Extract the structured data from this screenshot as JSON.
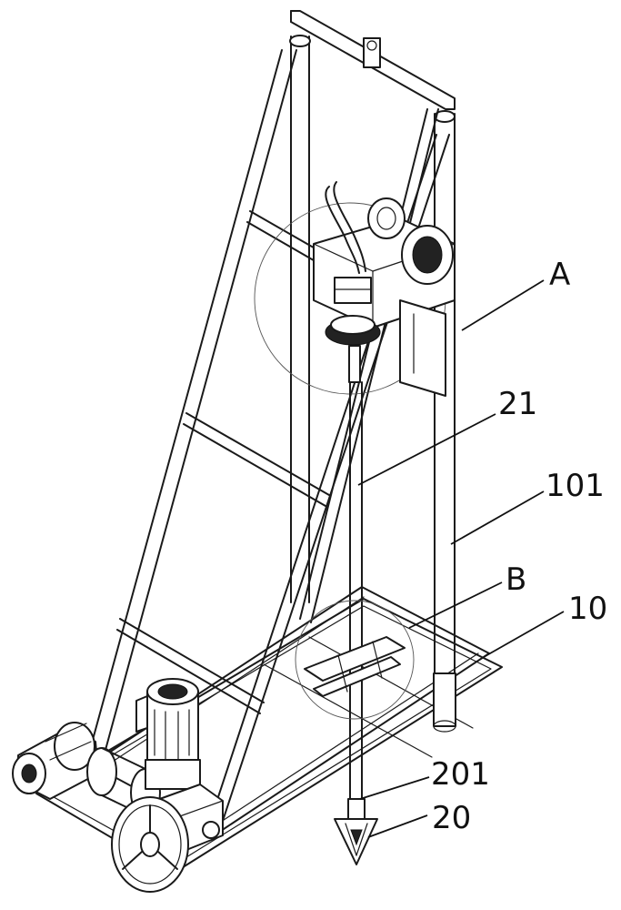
{
  "figure": {
    "labels": {
      "A": "A",
      "B": "B",
      "ref_21": "21",
      "ref_101": "101",
      "ref_10": "10",
      "ref_201": "201",
      "ref_20": "20"
    }
  }
}
